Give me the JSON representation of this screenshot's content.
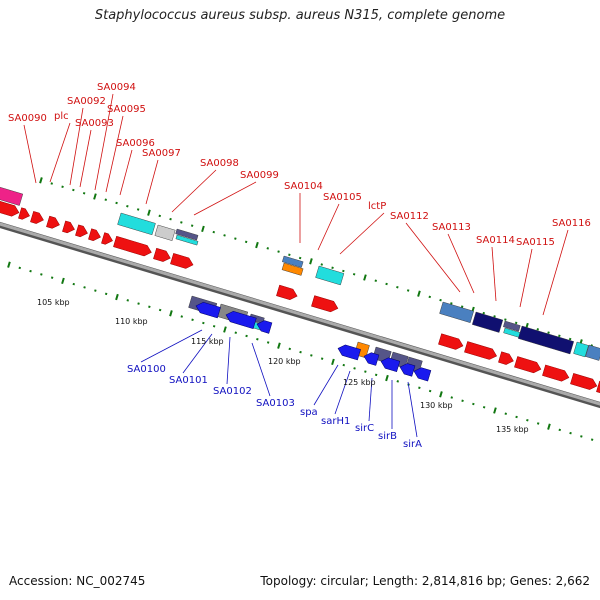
{
  "title": "Staphylococcus aureus subsp. aureus N315, complete genome",
  "footer": {
    "accession": "Accession: NC_002745",
    "summary": "Topology: circular; Length: 2,814,816 bp; Genes: 2,662"
  },
  "colors": {
    "forward_gene": "#ee1111",
    "reverse_gene": "#1a1aee",
    "cog_cyan": "#22dddd",
    "cog_navy": "#101070",
    "cog_steel": "#4a80c0",
    "cog_slate": "#555588",
    "cog_gray": "#888888",
    "cog_orange": "#ff8800",
    "cog_magenta": "#ee2288",
    "backbone": "#888888",
    "tick": "#117711",
    "forward_label": "#d01010",
    "reverse_label": "#1010c0"
  },
  "forward_labels": [
    "SA0090",
    "plc",
    "SA0092",
    "SA0093",
    "SA0094",
    "SA0095",
    "SA0096",
    "SA0097",
    "SA0098",
    "SA0099",
    "SA0104",
    "SA0105",
    "lctP",
    "SA0112",
    "SA0113",
    "SA0114",
    "SA0115",
    "SA0116"
  ],
  "reverse_labels": [
    "SA0100",
    "SA0101",
    "SA0102",
    "SA0103",
    "spa",
    "sarH1",
    "sirC",
    "sirB",
    "sirA"
  ],
  "scale_labels": [
    "105 kbp",
    "110 kbp",
    "115 kbp",
    "120 kbp",
    "125 kbp",
    "130 kbp",
    "135 kbp"
  ]
}
